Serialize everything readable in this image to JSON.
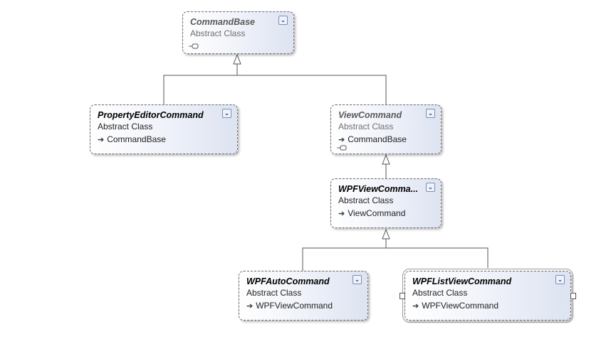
{
  "diagram": {
    "shapes": {
      "command_base": {
        "title": "CommandBase",
        "kind": "Abstract Class",
        "collapse_icon": "double-chevron-down-icon"
      },
      "property_editor_command": {
        "title": "PropertyEditorCommand",
        "kind": "Abstract Class",
        "base": "CommandBase",
        "collapse_icon": "double-chevron-down-icon"
      },
      "view_command": {
        "title": "ViewCommand",
        "kind": "Abstract Class",
        "base": "CommandBase",
        "collapse_icon": "double-chevron-down-icon"
      },
      "wpf_view_command": {
        "title": "WPFViewComma...",
        "kind": "Abstract Class",
        "base": "ViewCommand",
        "collapse_icon": "double-chevron-down-icon"
      },
      "wpf_auto_command": {
        "title": "WPFAutoCommand",
        "kind": "Abstract Class",
        "base": "WPFViewCommand",
        "collapse_icon": "double-chevron-down-icon"
      },
      "wpf_list_view_command": {
        "title": "WPFListViewCommand",
        "kind": "Abstract Class",
        "base": "WPFViewCommand",
        "collapse_icon": "double-chevron-down-icon",
        "selected": true
      }
    },
    "inheritance": [
      {
        "child": "PropertyEditorCommand",
        "parent": "CommandBase"
      },
      {
        "child": "ViewCommand",
        "parent": "CommandBase"
      },
      {
        "child": "WPFViewComma...",
        "parent": "ViewCommand"
      },
      {
        "child": "WPFAutoCommand",
        "parent": "WPFViewComma..."
      },
      {
        "child": "WPFListViewCommand",
        "parent": "WPFViewComma..."
      }
    ],
    "colors": {
      "shape_gradient_end": "#dde3f1",
      "border": "#6b6b6b",
      "connector": "#555555"
    }
  }
}
